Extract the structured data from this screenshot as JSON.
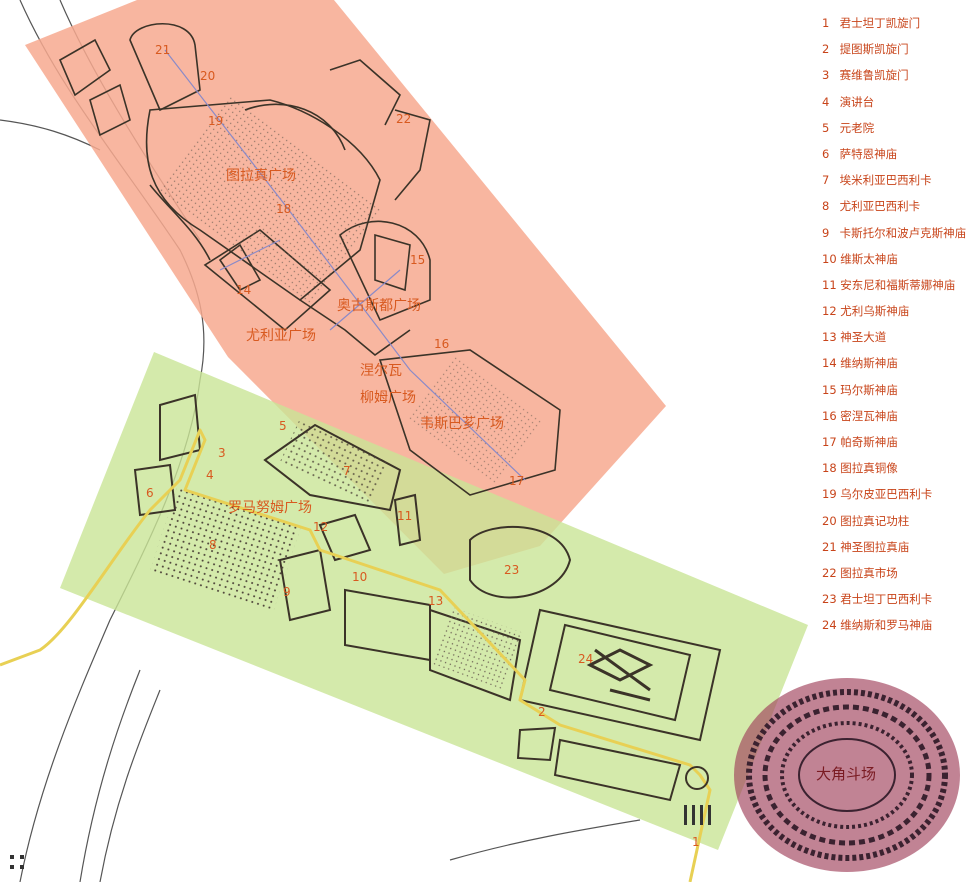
{
  "colors": {
    "north_zone": "#f7a98f",
    "south_zone": "#c9e596",
    "colosseum": "#a0405a",
    "sacred_way": "#e8d054",
    "label": "#d85a20",
    "legend_text": "#c8441a",
    "ink": "#3b3328"
  },
  "area_labels": {
    "trajan": "图拉真广场",
    "augustus": "奥古斯都广场",
    "julius": "尤利亚广场",
    "transitorium_1": "涅尔瓦",
    "transitorium_2": "柳姆广场",
    "vespasian": "韦斯巴芗广场",
    "romanum": "罗马努姆广场",
    "colosseum": "大角斗场"
  },
  "map_markers": [
    "1",
    "2",
    "3",
    "4",
    "5",
    "6",
    "7",
    "8",
    "9",
    "10",
    "11",
    "12",
    "13",
    "14",
    "15",
    "16",
    "17",
    "18",
    "19",
    "20",
    "21",
    "22",
    "23",
    "24"
  ],
  "legend": [
    {
      "num": "1",
      "name": "君士坦丁凯旋门"
    },
    {
      "num": "2",
      "name": "提图斯凯旋门"
    },
    {
      "num": "3",
      "name": "赛维鲁凯旋门"
    },
    {
      "num": "4",
      "name": "演讲台"
    },
    {
      "num": "5",
      "name": "元老院"
    },
    {
      "num": "6",
      "name": "萨特恩神庙"
    },
    {
      "num": "7",
      "name": "埃米利亚巴西利卡"
    },
    {
      "num": "8",
      "name": "尤利亚巴西利卡"
    },
    {
      "num": "9",
      "name": "卡斯托尔和波卢克斯神庙"
    },
    {
      "num": "10",
      "name": "维斯太神庙"
    },
    {
      "num": "11",
      "name": "安东尼和福斯蒂娜神庙"
    },
    {
      "num": "12",
      "name": "尤利乌斯神庙"
    },
    {
      "num": "13",
      "name": "神圣大道"
    },
    {
      "num": "14",
      "name": "维纳斯神庙"
    },
    {
      "num": "15",
      "name": "玛尔斯神庙"
    },
    {
      "num": "16",
      "name": "密涅瓦神庙"
    },
    {
      "num": "17",
      "name": "帕奇斯神庙"
    },
    {
      "num": "18",
      "name": "图拉真铜像"
    },
    {
      "num": "19",
      "name": "乌尔皮亚巴西利卡"
    },
    {
      "num": "20",
      "name": "图拉真记功柱"
    },
    {
      "num": "21",
      "name": "神圣图拉真庙"
    },
    {
      "num": "22",
      "name": "图拉真市场"
    },
    {
      "num": "23",
      "name": "君士坦丁巴西利卡"
    },
    {
      "num": "24",
      "name": "维纳斯和罗马神庙"
    }
  ]
}
